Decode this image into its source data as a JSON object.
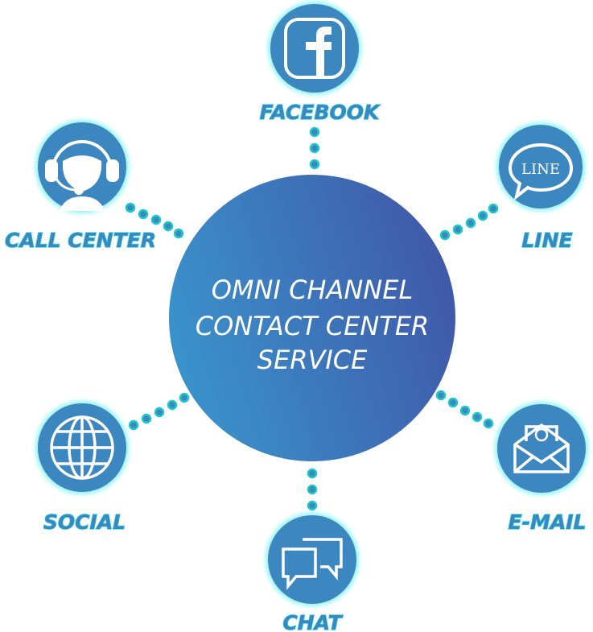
{
  "center": {
    "lines": [
      "OMNI CHANNEL",
      "CONTACT CENTER",
      "SERVICE"
    ]
  },
  "channels": {
    "facebook": {
      "label": "FACEBOOK",
      "icon": "facebook-icon"
    },
    "line": {
      "label": "LINE",
      "icon": "line-icon",
      "icon_text": "LINE"
    },
    "call_center": {
      "label": "CALL CENTER",
      "icon": "headset-agent-icon"
    },
    "social": {
      "label": "SOCIAL",
      "icon": "globe-icon"
    },
    "email": {
      "label": "E-MAIL",
      "icon": "envelope-icon"
    },
    "chat": {
      "label": "CHAT",
      "icon": "chat-bubbles-icon"
    }
  },
  "colors": {
    "node": "#3d87c0",
    "glow": "#8ff3f5",
    "dot_stroke": "#1cc9c9",
    "center_left": "#3a93cc",
    "center_right": "#4057a8"
  }
}
